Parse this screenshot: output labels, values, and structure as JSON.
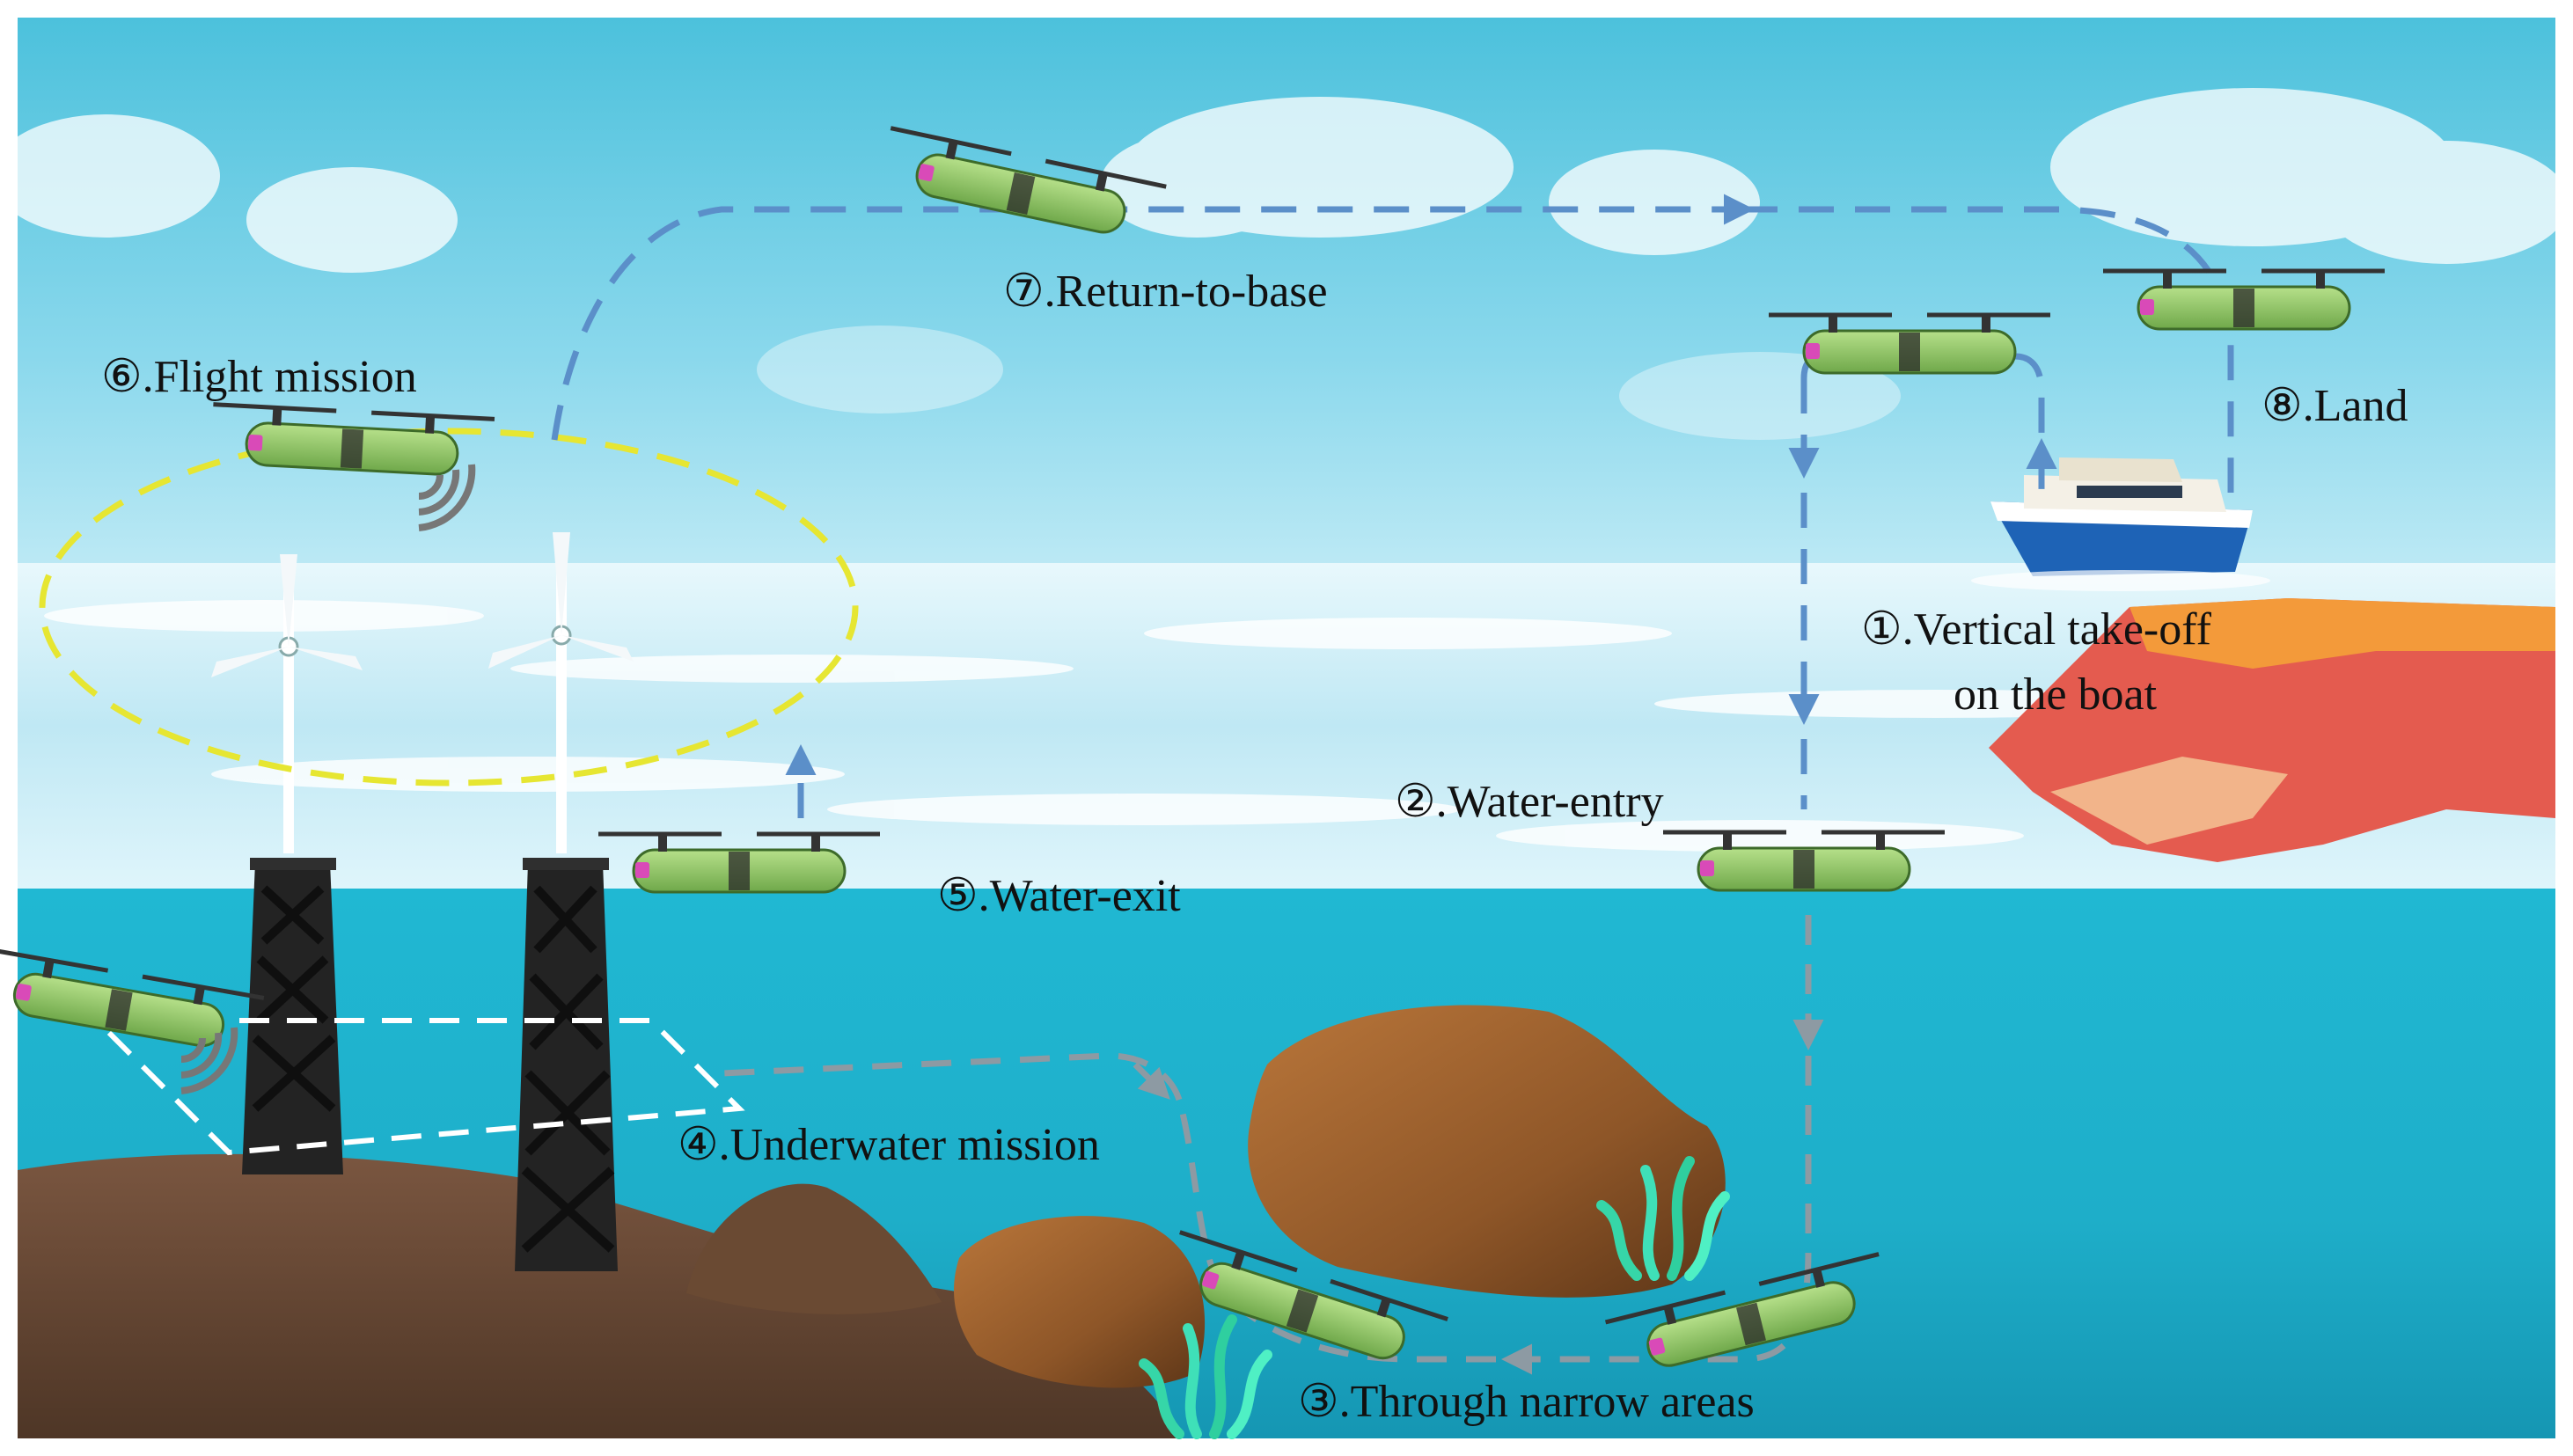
{
  "labels": {
    "step1_line1": "①.Vertical take-off",
    "step1_line2": "on the boat",
    "step2": "②.Water-entry",
    "step3": "③.Through narrow areas",
    "step4": "④.Underwater mission",
    "step5": "⑤.Water-exit",
    "step6": "⑥.Flight mission",
    "step7": "⑦.Return-to-base",
    "step8": "⑧.Land"
  },
  "colors": {
    "sky_top": "#4fc3dc",
    "sky_bottom": "#a8e4f2",
    "sea_surface": "#d9f3fa",
    "underwater": "#1fb5cf",
    "underwater_deep": "#169fbb",
    "flight_path": "#5b8fc9",
    "underwater_path": "#8d9aa3",
    "survey_path": "#ffffff",
    "mission_ellipse": "#e6e632",
    "drone_body": "#98d06a",
    "rock": "#9a5f2c",
    "seabed": "#6b4a34",
    "tower": "#232323",
    "boat_hull": "#1e63b6",
    "cliff": "#e45b4f"
  },
  "icons": {
    "drone": "hybrid-aerial-underwater-drone-icon",
    "boat": "boat-icon",
    "turbine": "wind-turbine-icon",
    "signal": "signal-icon",
    "seaweed": "seaweed-icon"
  }
}
